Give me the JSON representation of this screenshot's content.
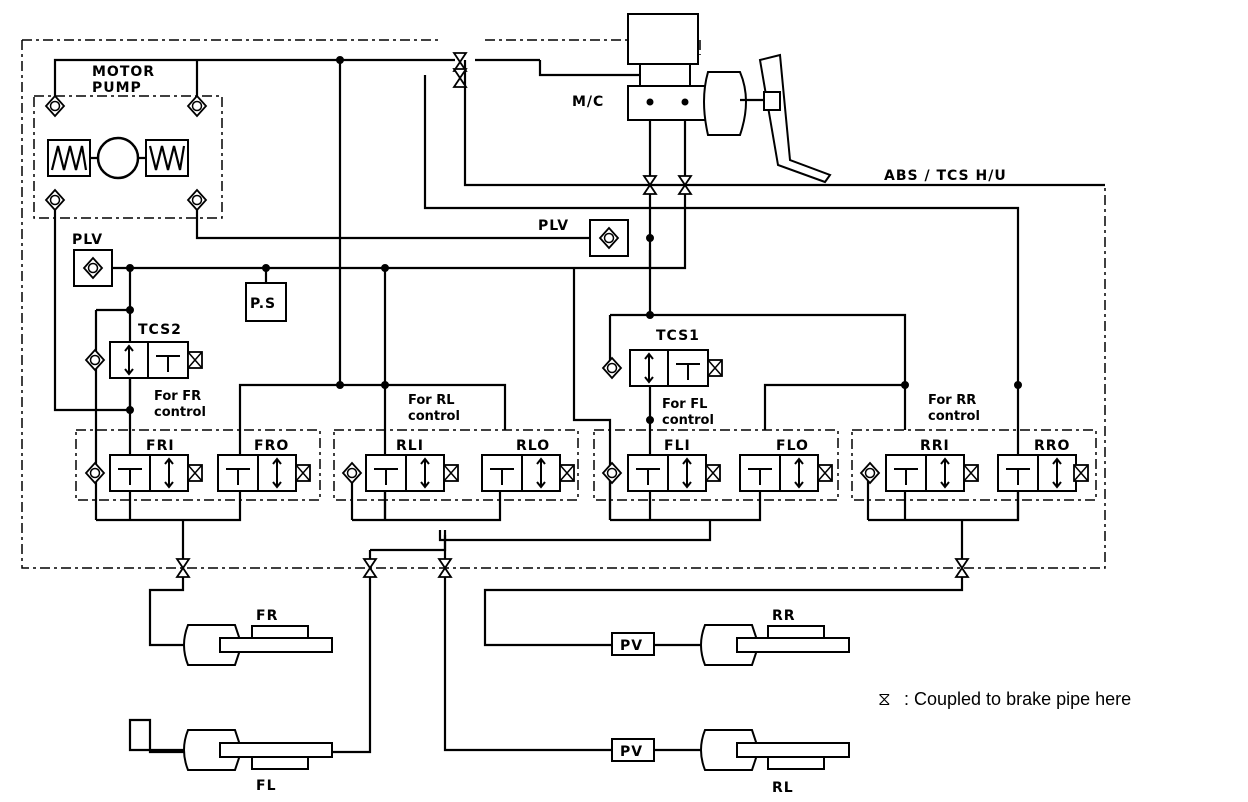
{
  "labels": {
    "motor_pump_1": "MOTOR",
    "motor_pump_2": "PUMP",
    "mc": "M/C",
    "hu": "ABS / TCS  H/U",
    "plv_left": "PLV",
    "plv_right": "PLV",
    "ps": "P.S",
    "tcs2": "TCS2",
    "tcs1": "TCS1",
    "for_fr_1": "For FR",
    "for_fr_2": "control",
    "for_rl_1": "For RL",
    "for_rl_2": "control",
    "for_fl_1": "For FL",
    "for_fl_2": "control",
    "for_rr_1": "For RR",
    "for_rr_2": "control"
  },
  "valves": {
    "fri": "FRI",
    "fro": "FRO",
    "rli": "RLI",
    "rlo": "RLO",
    "fli": "FLI",
    "flo": "FLO",
    "rri": "RRI",
    "rro": "RRO"
  },
  "wheels": {
    "fr": "FR",
    "fl": "FL",
    "rr": "RR",
    "rl": "RL"
  },
  "pv": {
    "rr": "PV",
    "rl": "PV"
  },
  "legend": {
    "symbol": "⧖",
    "text": ": Coupled to brake pipe here"
  }
}
